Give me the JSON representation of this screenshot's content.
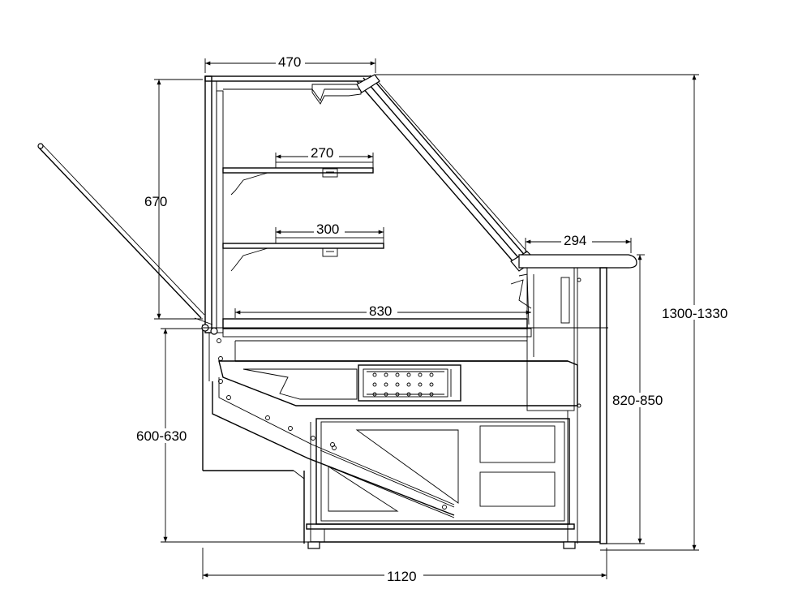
{
  "dimensions": {
    "top_width": "470",
    "upper_shelf": "270",
    "lower_shelf": "300",
    "shelf_height": "670",
    "deck_depth": "830",
    "worktop": "294",
    "total_height": "1300-1330",
    "counter_height": "820-850",
    "deck_height": "600-630",
    "total_depth": "1120"
  },
  "colors": {
    "line": "#000000",
    "background": "#ffffff"
  }
}
